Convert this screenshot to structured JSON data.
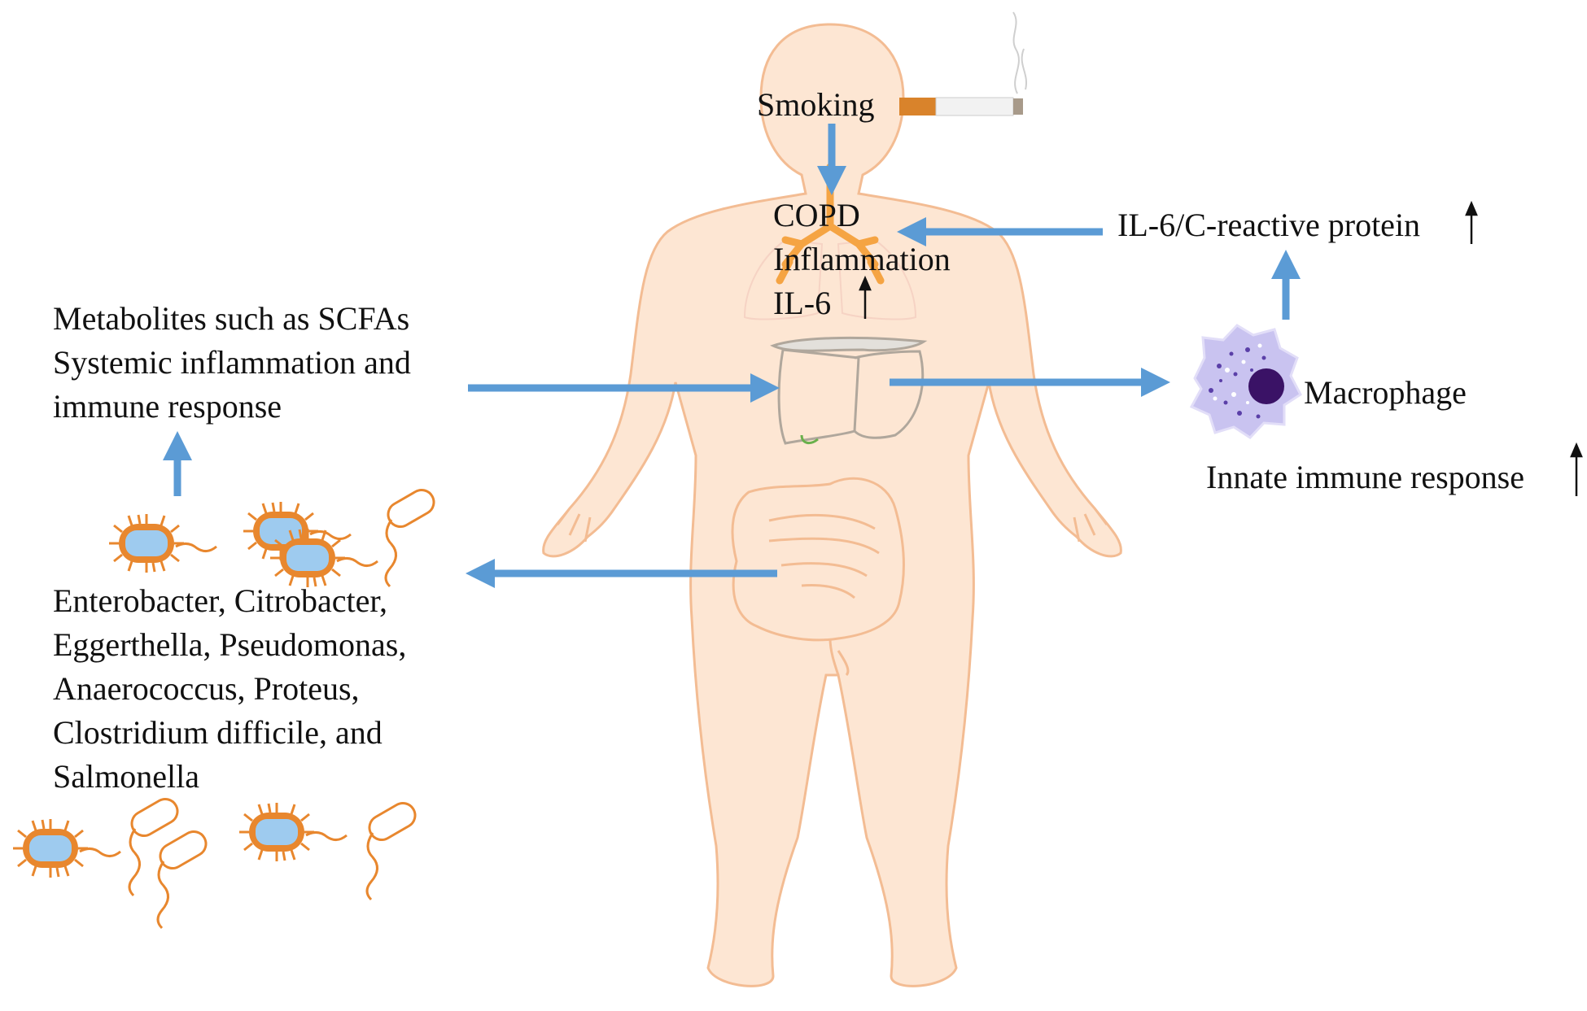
{
  "labels": {
    "smoking": "Smoking",
    "copd": "COPD",
    "inflammation": "Inflammation",
    "il6": "IL-6",
    "il6_crp": "IL-6/C-reactive protein",
    "macrophage": "Macrophage",
    "innate": "Innate immune response",
    "metabolites": [
      "Metabolites such as SCFAs",
      "Systemic inflammation and",
      "immune response"
    ],
    "bacteria_list": [
      "Enterobacter, Citrobacter,",
      "Eggerthella, Pseudomonas,",
      "Anaerococcus, Proteus,",
      "Clostridium difficile, and",
      "Salmonella"
    ],
    "up_arrow": "↑"
  },
  "colors": {
    "skin": "#fde6d3",
    "skin_outline": "#f3bc93",
    "arrow": "#5b9bd5",
    "bacteria": "#e8872e",
    "bacteria_core": "#9ecbef",
    "macrophage": "#c9c3f0",
    "nucleus": "#3a1266"
  }
}
